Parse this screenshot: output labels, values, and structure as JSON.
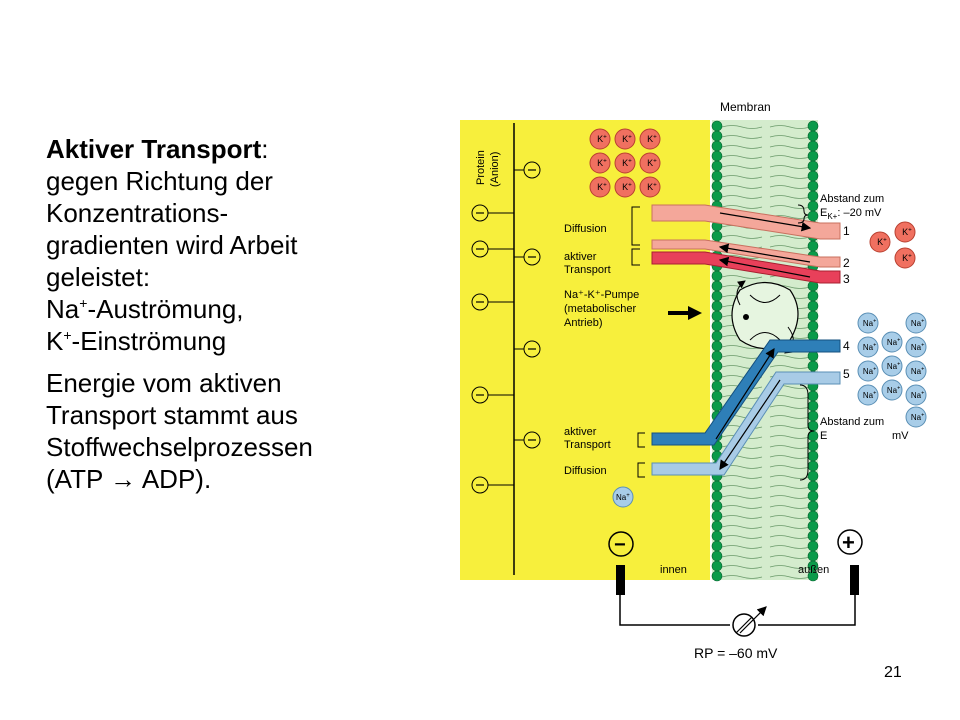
{
  "text": {
    "title": "Aktiver Transport",
    "title_colon": ":",
    "line1": "gegen Richtung der",
    "line2": "Konzentrations-",
    "line3": "gradienten wird Arbeit",
    "line4": "geleistet:",
    "na_prefix": "Na",
    "na_sup": "+",
    "na_suffix": "-Auströmung,",
    "k_prefix": "K",
    "k_sup": "+",
    "k_suffix": "-Einströmung",
    "p2_line1": "Energie vom aktiven",
    "p2_line2": "Transport stammt aus",
    "p2_line3": "Stoffwechselprozessen",
    "p2_line4": "(ATP → ADP)."
  },
  "diagram": {
    "membrane_label": "Membran",
    "protein_label_1": "Protein",
    "protein_label_2": "(Anion)",
    "k_ion": "K",
    "k_sup": "+",
    "na_ion": "Na",
    "na_sup": "+",
    "diffusion_top": "Diffusion",
    "active_top_1": "aktiver",
    "active_top_2": "Transport",
    "pump_1": "Na⁺-K⁺-Pumpe",
    "pump_2": "(metabolischer",
    "pump_3": "Antrieb)",
    "active_bottom_1": "aktiver",
    "active_bottom_2": "Transport",
    "diffusion_bottom": "Diffusion",
    "ek_1": "Abstand zum",
    "ek_2": "E",
    "ek_sub": "K+",
    "ek_3": ": –20 mV",
    "ena_1": "Abstand zum",
    "ena_2": "E",
    "ena_3": "mV",
    "num_1": "1",
    "num_2": "2",
    "num_3": "3",
    "num_4": "4",
    "num_5": "5",
    "inside": "innen",
    "outside": "außen",
    "minus": "−",
    "plus": "+",
    "rp": "RP = –60 mV"
  },
  "colors": {
    "cytoplasm": "#f7ef3c",
    "membrane_head": "#0b9a4a",
    "pump_fill": "#d6f0d0",
    "potassium": "#f07060",
    "sodium": "#a8cde8",
    "arrow_salmon": "#f4a79a",
    "arrow_red": "#e8405a",
    "arrow_dark_blue": "#2e7fb8",
    "arrow_light_blue": "#a8cbe6"
  },
  "page_number": "21"
}
